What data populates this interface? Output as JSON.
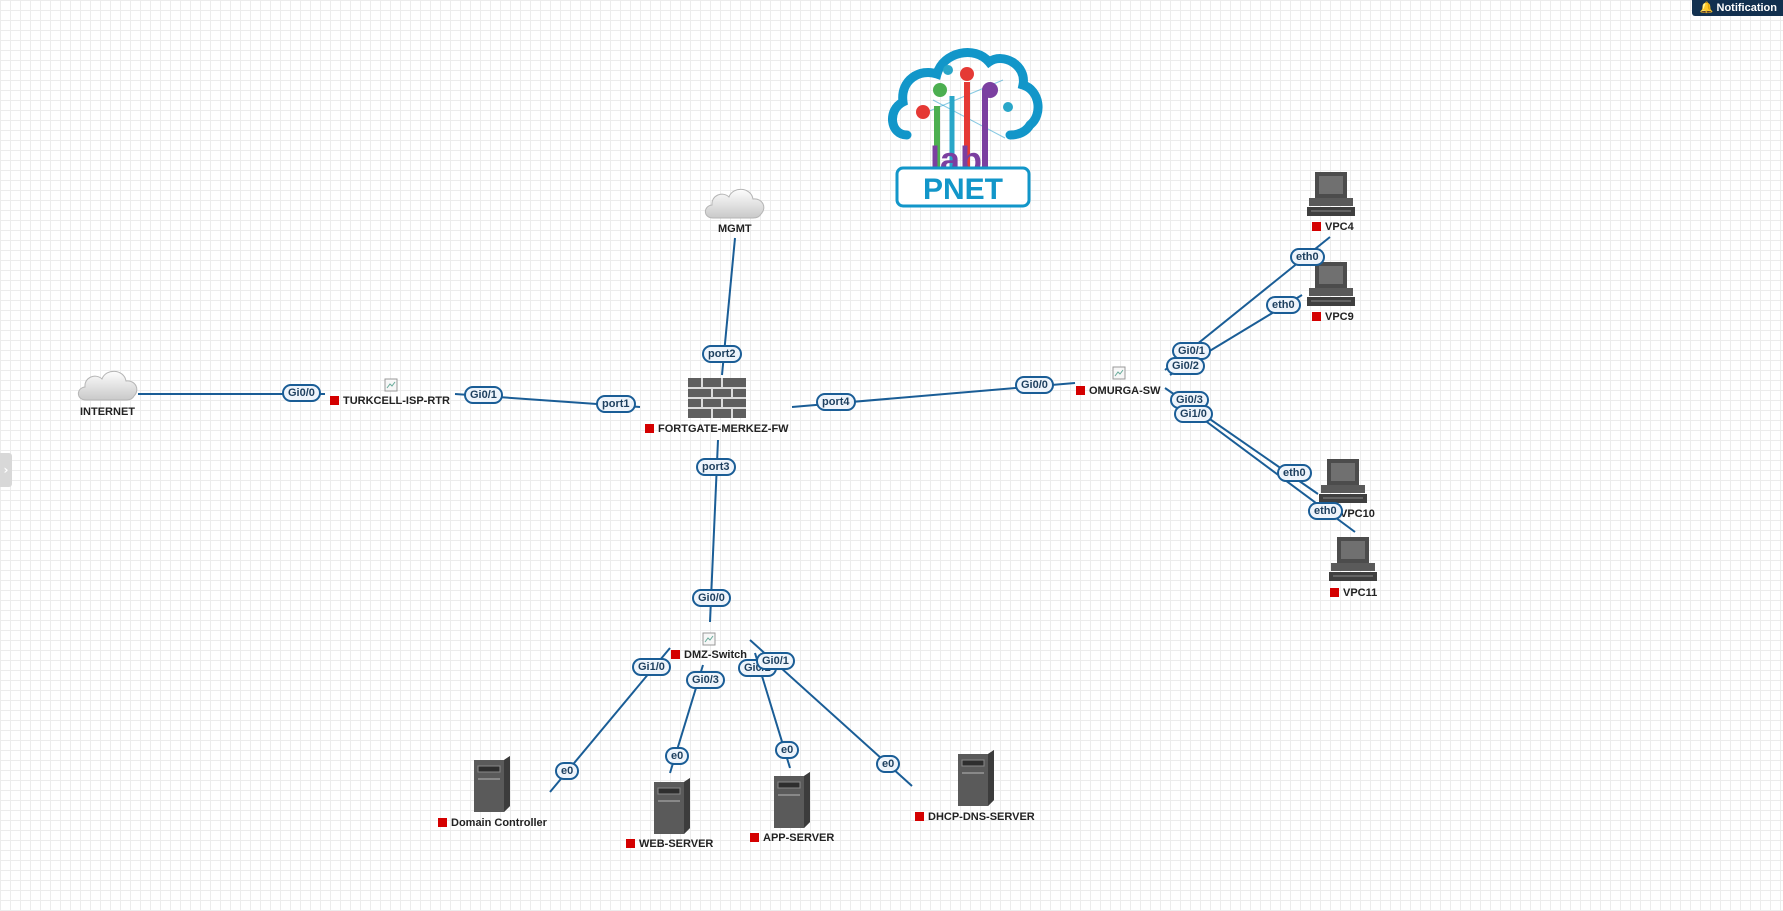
{
  "notifications": {
    "label": "Notification",
    "icon": "bell-icon"
  },
  "logo": {
    "text": "PNET",
    "sub": "lab"
  },
  "nodes": {
    "internet": "INTERNET",
    "mgmt": "MGMT",
    "isp": "TURKCELL-ISP-RTR",
    "fw": "FORTGATE-MERKEZ-FW",
    "omurga": "OMURGA-SW",
    "dmz": "DMZ-Switch",
    "vpc4": "VPC4",
    "vpc9": "VPC9",
    "vpc10": "VPC10",
    "vpc11": "VPC11",
    "dc": "Domain Controller",
    "web": "WEB-SERVER",
    "app": "APP-SERVER",
    "dhcp": "DHCP-DNS-SERVER"
  },
  "ports": {
    "internet_isp": "Gi0/0",
    "isp_fw": "Gi0/1",
    "fw_isp": "port1",
    "fw_mgmt": "port2",
    "fw_dmz": "port3",
    "fw_omurga": "port4",
    "omurga_fw": "Gi0/0",
    "omurga_vpc4": "Gi0/1",
    "omurga_vpc9": "Gi0/2",
    "omurga_vpc10": "Gi0/3",
    "omurga_vpc11": "Gi1/0",
    "vpc4_eth": "eth0",
    "vpc9_eth": "eth0",
    "vpc10_eth": "eth0",
    "vpc11_eth": "eth0",
    "dmz_fw": "Gi0/0",
    "dmz_dc": "Gi1/0",
    "dmz_web": "Gi0/3",
    "dmz_app": "Gi0/2",
    "dmz_dhcp": "Gi0/1",
    "dc_e": "e0",
    "web_e": "e0",
    "app_e": "e0",
    "dhcp_e": "e0"
  },
  "colors": {
    "link": "#1a5d96",
    "status": "#d40000",
    "logo_blue": "#1296c9"
  }
}
